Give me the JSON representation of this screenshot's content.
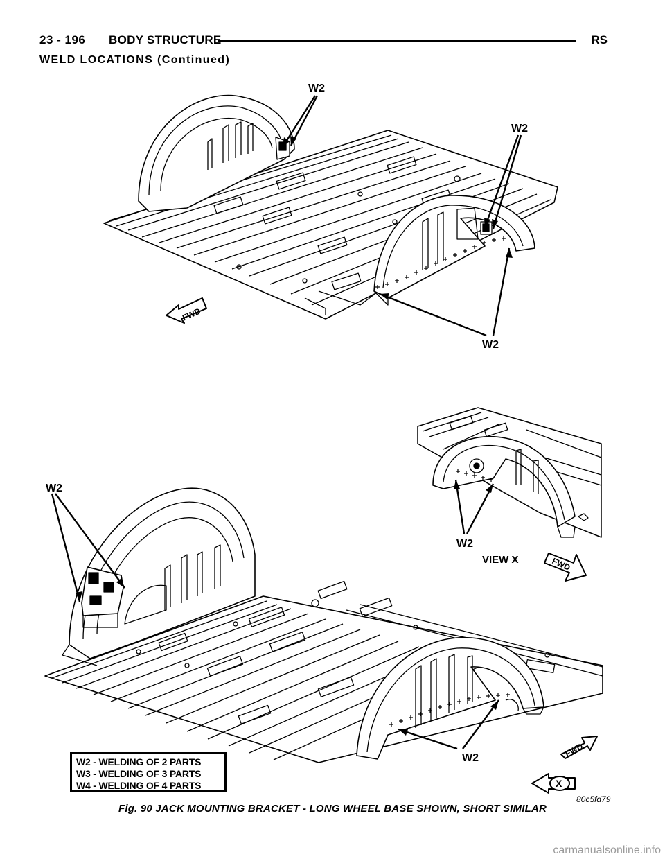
{
  "header": {
    "page_number": "23 - 196",
    "section_title": "BODY STRUCTURE",
    "section_code": "RS"
  },
  "subheader": "WELD LOCATIONS (Continued)",
  "callouts": {
    "w2": "W2",
    "view_x": "VIEW X",
    "fwd": "FWD",
    "x_marker": "X"
  },
  "legend": [
    "W2 - WELDING OF 2 PARTS",
    "W3 - WELDING OF 3 PARTS",
    "W4 - WELDING OF 4 PARTS"
  ],
  "caption": "Fig. 90 JACK MOUNTING BRACKET - LONG WHEEL BASE SHOWN, SHORT SIMILAR",
  "figure_id": "80c5fd79",
  "watermark": "carmanualsonline.info"
}
